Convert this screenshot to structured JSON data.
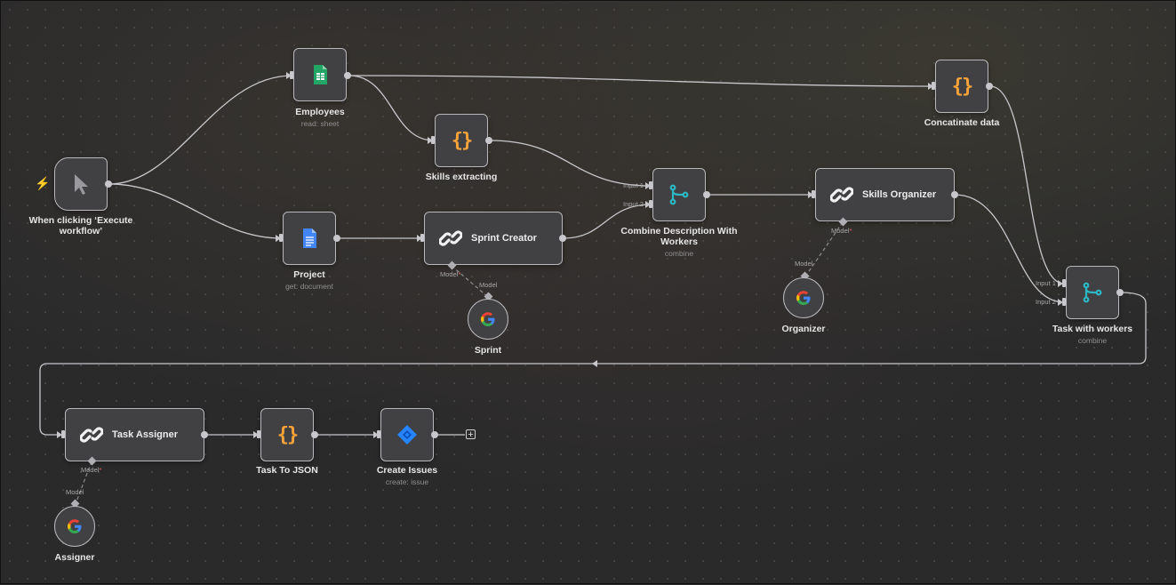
{
  "nodes": {
    "trigger": {
      "label": "When clicking ‘Execute workflow’"
    },
    "employees": {
      "label": "Employees",
      "sub": "read: sheet"
    },
    "project": {
      "label": "Project",
      "sub": "get: document"
    },
    "skills_extracting": {
      "label": "Skills extracting"
    },
    "sprint_creator": {
      "label": "Sprint Creator",
      "model_tag": "Model"
    },
    "sprint_model": {
      "label": "Sprint",
      "tag": "Model"
    },
    "combine": {
      "label": "Combine Description With Workers",
      "sub": "combine",
      "input1": "Input 1",
      "input2": "Input 2"
    },
    "skills_organizer": {
      "label": "Skills Organizer",
      "model_tag": "Model"
    },
    "organizer_model": {
      "label": "Organizer",
      "tag": "Model"
    },
    "concat": {
      "label": "Concatinate data"
    },
    "task_workers": {
      "label": "Task with workers",
      "sub": "combine",
      "input1": "Input 1",
      "input2": "Input 2"
    },
    "task_assigner": {
      "label": "Task Assigner",
      "model_tag": "Model"
    },
    "assigner_model": {
      "label": "Assigner",
      "tag": "Model"
    },
    "task_json": {
      "label": "Task To JSON"
    },
    "create_issues": {
      "label": "Create Issues",
      "sub": "create: issue"
    }
  },
  "required_mark": "*",
  "icons": {
    "trigger": "cursor-icon",
    "employees": "google-sheets-icon",
    "project": "google-docs-icon",
    "code": "braces-icon",
    "agent": "chain-link-icon",
    "merge": "merge-icon",
    "model": "google-gemini-icon",
    "jira": "jira-icon",
    "add": "plus-icon"
  },
  "colors": {
    "canvas": "#2a2a2b",
    "node_fill": "#414143",
    "wire": "#c8c8cc",
    "braces": "#f7a33a",
    "merge": "#2bb8c4",
    "sheets": "#23a566",
    "docs": "#4285f4",
    "jira": "#2684ff",
    "trigger_bolt": "#ff6d5a"
  }
}
